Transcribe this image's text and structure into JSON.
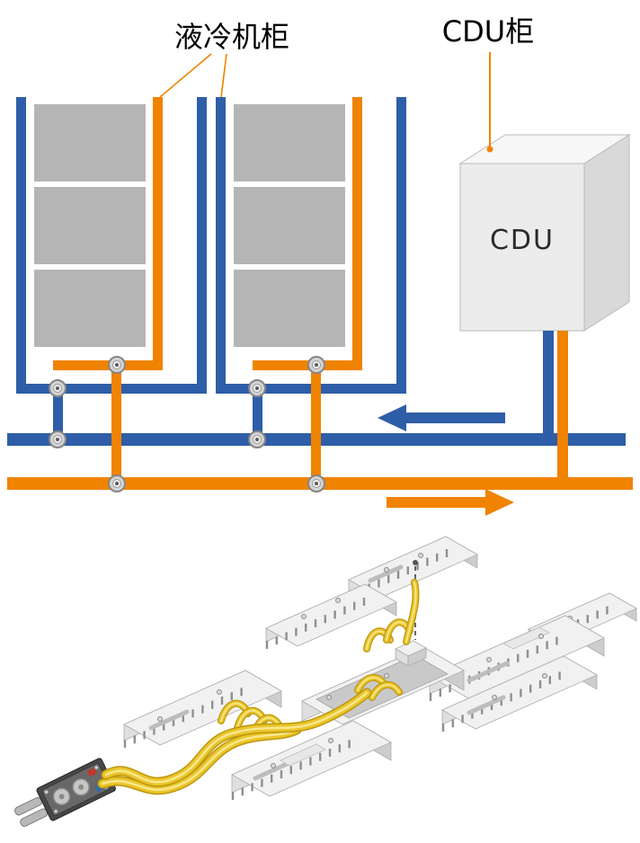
{
  "diagram": {
    "labels": {
      "cooling_cabinet": "液冷机柜",
      "cdu_cabinet": "CDU柜",
      "cdu_box": "CDU"
    },
    "colors": {
      "pipe_blue": "#2E5EA7",
      "pipe_orange": "#F08300",
      "server_gray": "#B5B5B5",
      "tube_yellow": "#EAC52A",
      "cdu_face": "#ECECEC"
    },
    "icons": {
      "blue_arrow": "flow-arrow-left",
      "orange_arrow": "flow-arrow-right",
      "coupling": "pipe-coupling-circle"
    }
  }
}
